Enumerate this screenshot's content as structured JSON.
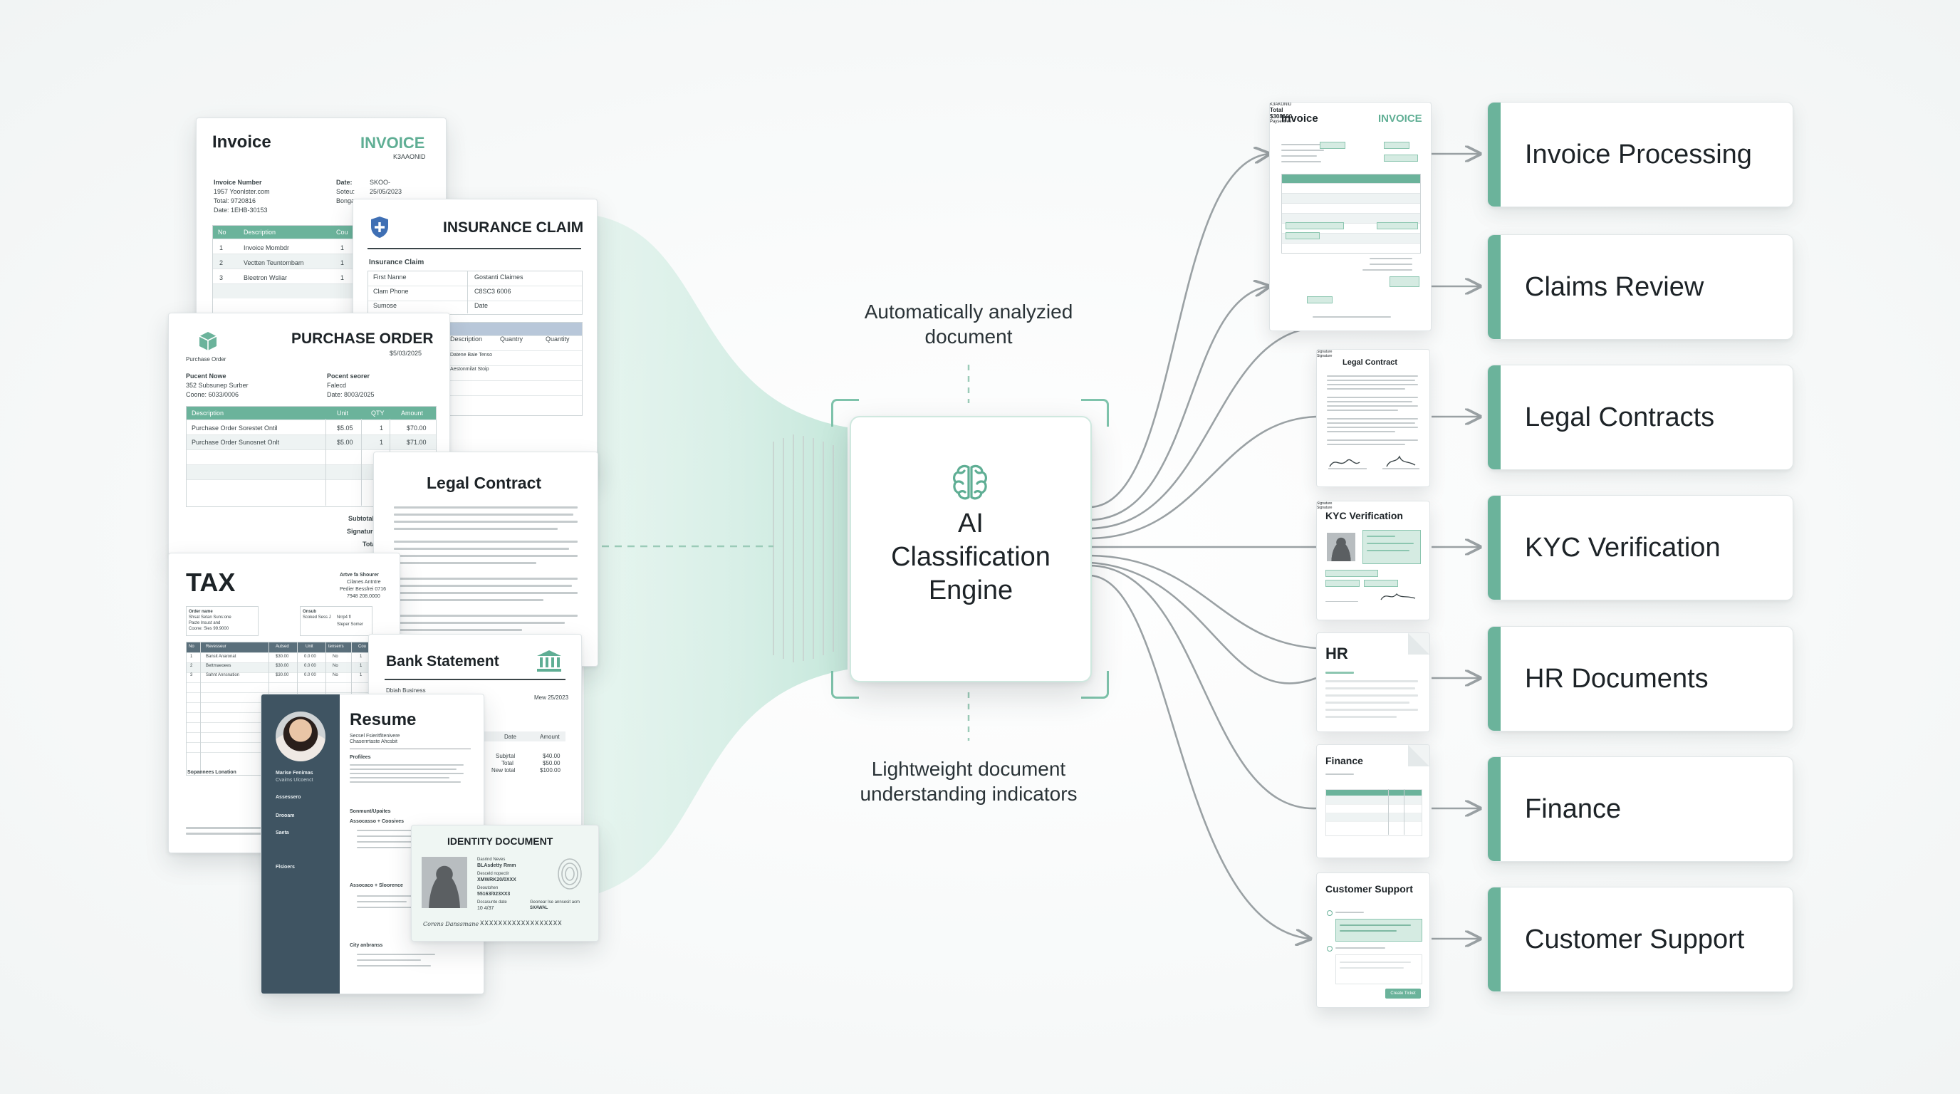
{
  "captions": {
    "top": "Automatically analyzied document",
    "bottom": "Lightweight document understanding indicators"
  },
  "engine": {
    "title_lines": [
      "AI",
      "Classification",
      "Engine"
    ],
    "icon": "brain-icon"
  },
  "input_documents": {
    "invoice": {
      "title": "Invoice",
      "badge": "INVOICE",
      "code": "K3AAONID",
      "meta_left": [
        "Invoice Number",
        "1957 Yoonlster.com",
        "Total: 9720816",
        "Date: 1EHB-30153"
      ],
      "meta_right_keys": [
        "Date:",
        "Soteu:",
        "Bongar:"
      ],
      "meta_right_vals": [
        "SKOO-",
        "25/05/2023",
        ""
      ],
      "table_head": [
        "No",
        "Description",
        "Cou"
      ],
      "rows": [
        [
          "1",
          "Invoice Mombdr",
          "1"
        ],
        [
          "2",
          "Vectten Teuntombam",
          "1"
        ],
        [
          "3",
          "Bleetron Wsliar",
          "1"
        ]
      ]
    },
    "insurance": {
      "title": "INSURANCE CLAIM",
      "section": "Insurance Claim",
      "rows": [
        [
          "First Nanne",
          "Gostanti Claimes"
        ],
        [
          "Clam Phone",
          "C8SC3 6006"
        ],
        [
          "Sumose",
          "Date"
        ]
      ],
      "grid_head": [
        "Description",
        "Quantry",
        "Quantity"
      ],
      "grid_rows": [
        "Datene Baie Tenso",
        "Aestonmilat Stoip",
        ""
      ]
    },
    "purchase_order": {
      "title": "PURCHASE ORDER",
      "date": "$5/03/2025",
      "logo_caption": "Purchase Order",
      "left_meta": [
        "Pucent Nowe",
        "352 Subsunep Surber",
        "Coone: 6033/0006"
      ],
      "right_meta": [
        "Pocent seorer",
        "Falecd",
        "Date: 8003/2025"
      ],
      "table_head": [
        "Description",
        "Unit",
        "QTY",
        "Amount"
      ],
      "rows": [
        [
          "Purchase Order Sorestet Ontil",
          "$5.05",
          "1",
          "$70.00"
        ],
        [
          "Purchase Order Sunosnet Onlt",
          "$5.00",
          "1",
          "$71.00"
        ]
      ],
      "footer": [
        "Subtotal",
        "Signature",
        "Tota"
      ]
    },
    "legal": {
      "title": "Legal Contract"
    },
    "tax": {
      "title": "TAX",
      "address": [
        "Artve fa Shourer",
        "Cilanes Antntre",
        "Pedier Bessfrei 0716",
        "7948 208.0000"
      ],
      "boxes": [
        [
          "Order name",
          "Shsat Setan Suns:one",
          "Pacte lnsust and",
          "Coone: Sles 99.9000"
        ],
        [
          "Onsub",
          "Scoked Sess J",
          "Nrrp4 fl",
          "Steper Somer"
        ]
      ],
      "table_head": [
        "No",
        "Revesseur",
        "Autsed",
        "Unit",
        "tenserrs",
        "Cou"
      ],
      "rows": [
        [
          "1",
          "Bansit Anaronat",
          "$30.00",
          "0.0 00",
          "No",
          "1"
        ],
        [
          "2",
          "Bettmaeoees",
          "$30.00",
          "0.0 00",
          "No",
          "1"
        ],
        [
          "3",
          "Sahnt Annsnation",
          "$30.00",
          "0.0 00",
          "No",
          "1"
        ]
      ],
      "footer": "Sopannees Lonation"
    },
    "bank": {
      "title": "Bank Statement",
      "account": "Dbiah Business",
      "date": "Mew 25/2023",
      "head": [
        "Date",
        "Amount"
      ],
      "totals": [
        [
          "Subjrtal",
          "$40.00"
        ],
        [
          "Total",
          "$50.00"
        ],
        [
          "New total",
          "$100.00"
        ]
      ]
    },
    "resume": {
      "title": "Resume",
      "subtitle": "Secsel Fsieritfitenivere",
      "subtitle2": "Chaserrrtaste Ahcsbit",
      "section1": "Profilees",
      "section2": "Sonmunt/Upaites",
      "section3": "Assocasso + Coosives",
      "section4": "Assocaco + Sloorence",
      "section5": "City anbranss",
      "sidebar": [
        "Marise Fenimas",
        "Cvaims Ulcoenct",
        "Assessero",
        "Drooam",
        "Saeta",
        "Flsioers"
      ]
    },
    "identity": {
      "title": "IDENTITY DOCUMENT",
      "fields": [
        [
          "Dasrind Neves",
          "BLAsdetty Rmm"
        ],
        [
          "Desceld nopectir",
          "XMWRK20/0XXX"
        ],
        [
          "Deoutohen",
          "55163/023XX3"
        ],
        [
          "Dccasunte date",
          "10 4/37"
        ]
      ],
      "sign_label": "Geonear Ise annsesit acm",
      "sign_value": "SXAWAL",
      "signature": "Corens Danssmane",
      "mrz": "XXXXXXXXXXXXXXXXXX"
    }
  },
  "output_thumbs": [
    {
      "title": "Invoice",
      "badge": "INVOICE",
      "code": "K3AKONID",
      "total_label": "Total",
      "total_value": "$308100",
      "pay": "Paysentree"
    },
    {
      "title": "Legal Contract",
      "sig": [
        "Signature",
        "Signature"
      ]
    },
    {
      "title": "KYC Verification",
      "sig": [
        "Signature",
        "Signature"
      ]
    },
    {
      "title": "HR"
    },
    {
      "title": "Finance"
    },
    {
      "title": "Customer Support",
      "button": "Create Ticket"
    }
  ],
  "categories": [
    "Invoice Processing",
    "Claims Review",
    "Legal Contracts",
    "KYC Verification",
    "HR Documents",
    "Finance",
    "Customer Support"
  ],
  "colors": {
    "accent": "#6bb39b",
    "accent_dark": "#5fae94",
    "connector": "#9aa1a4",
    "text": "#1d2327",
    "sidebar": "#3f5462"
  }
}
